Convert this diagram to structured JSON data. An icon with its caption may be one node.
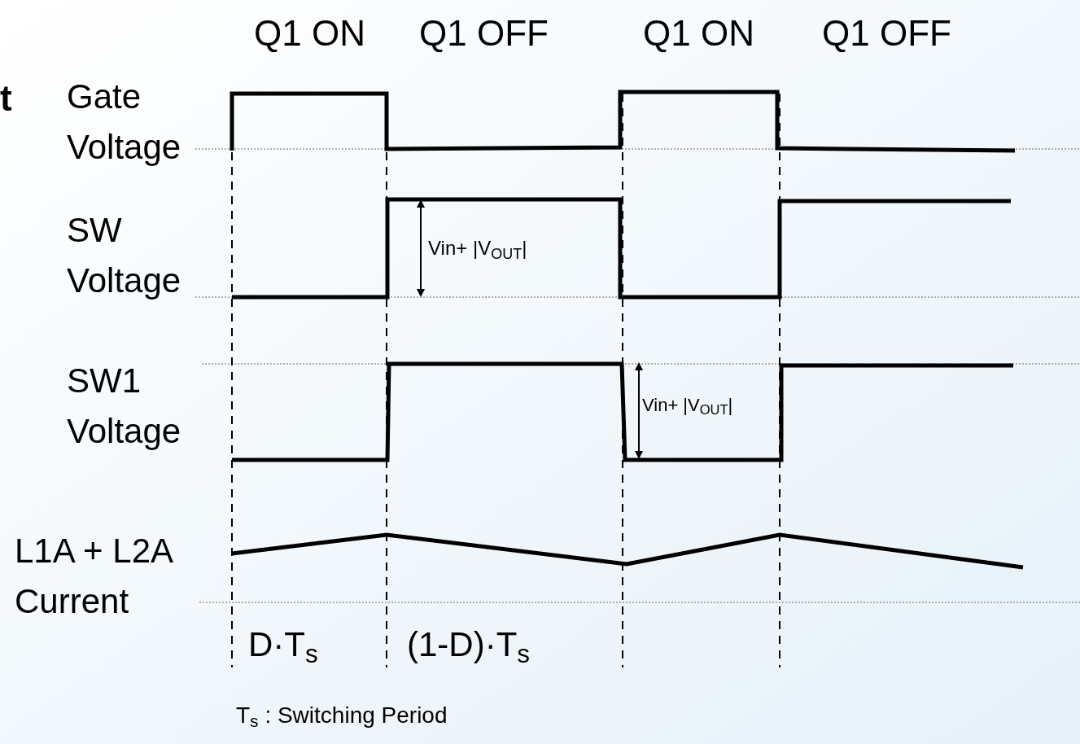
{
  "diagram": {
    "labels": [
      "Q1 ON",
      "Q1 OFF",
      "Q1 ON",
      "Q1 OFF",
      "t",
      "Gate Voltage",
      "SW Voltage",
      "SW1 Voltage",
      "L1A + L2A Current",
      "Vin+ |V$_{OUT}$|",
      "Vin+ |V$_{OUT}$|",
      "D·T$_{s}$",
      "(1-D)·T$_{s}$",
      "T$_{s}$ : Switching Period"
    ]
  }
}
